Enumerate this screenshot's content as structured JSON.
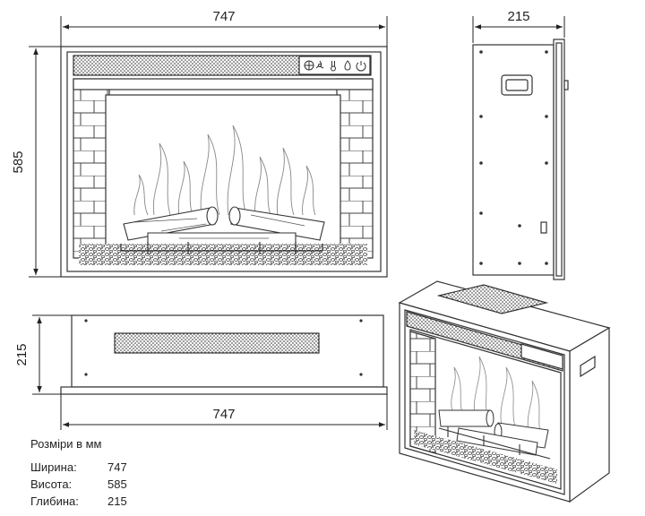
{
  "dimensions": {
    "front_width": "747",
    "front_height": "585",
    "side_depth": "215",
    "top_depth": "215",
    "top_width": "747"
  },
  "specs": {
    "title": "Розміри в мм",
    "rows": [
      {
        "label": "Ширина:",
        "value": "747"
      },
      {
        "label": "Висота:",
        "value": "585"
      },
      {
        "label": "Глибина:",
        "value": "215"
      }
    ]
  },
  "control_panel": {
    "icons": [
      "crosshair-icon",
      "fan-icon",
      "thermometer-icon",
      "flame-icon",
      "power-icon"
    ]
  }
}
